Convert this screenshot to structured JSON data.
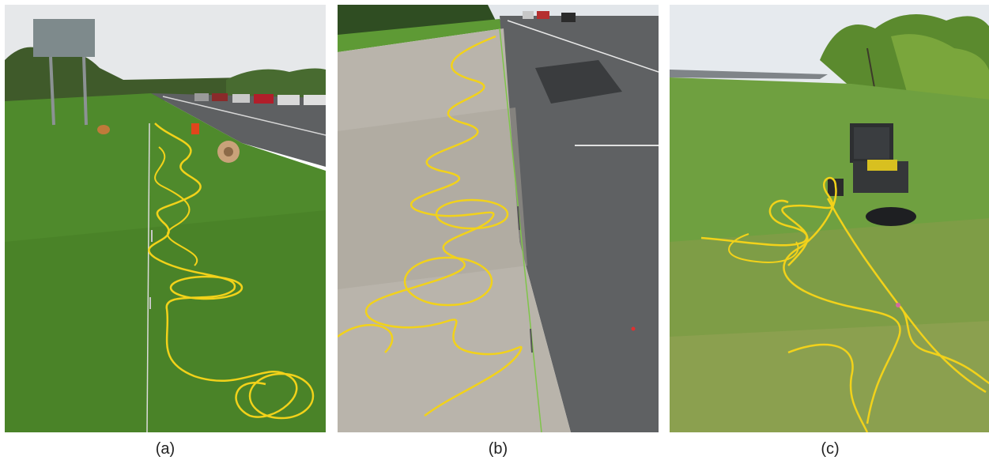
{
  "figure": {
    "panels": [
      {
        "id": "a",
        "caption": "(a)"
      },
      {
        "id": "b",
        "caption": "(b)"
      },
      {
        "id": "c",
        "caption": "(c)"
      }
    ]
  },
  "colors": {
    "grass": "#4f8a2c",
    "grass_dark": "#3d6f20",
    "sky": "#e4e7ea",
    "asphalt": "#5b5d5f",
    "gravel": "#b9b4ab",
    "cable": "#f2d21a",
    "dry_grass": "#8a9a4a"
  }
}
